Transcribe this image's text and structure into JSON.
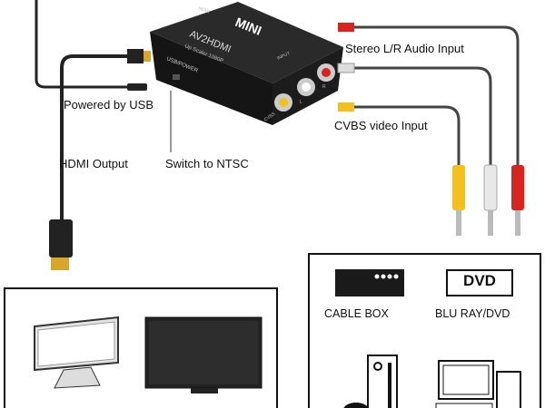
{
  "device": {
    "brand": "MINI",
    "model": "AV2HDMI",
    "subtitle": "Up Scaler 1080P",
    "port_labels": [
      "HDMI",
      "INPUT",
      "USB/POWER",
      "CVBS",
      "L",
      "R"
    ]
  },
  "labels": {
    "audio_input": "Stereo L/R Audio Input",
    "video_input": "CVBS video Input",
    "power": "Powered by USB",
    "hdmi_output": "HDMI Output",
    "switch": "Switch to NTSC"
  },
  "sources": {
    "cable_box": "CABLE BOX",
    "dvd_badge": "DVD",
    "bluray": "BLU RAY/DVD"
  },
  "colors": {
    "device": "#1c1c1c",
    "red": "#d8231f",
    "white": "#e8e8e8",
    "yellow": "#f3c01c",
    "gold": "#d8a62a"
  }
}
